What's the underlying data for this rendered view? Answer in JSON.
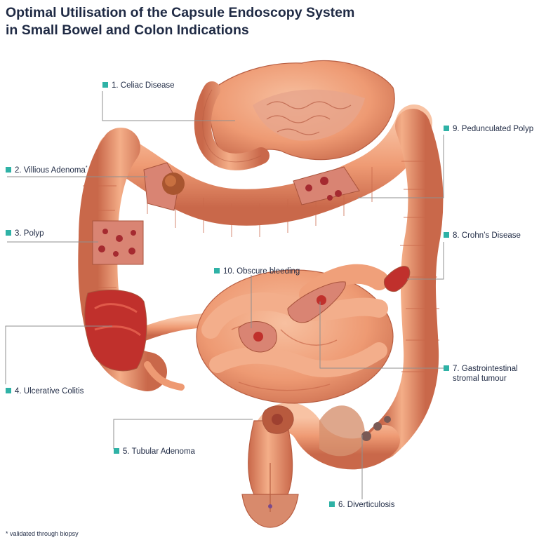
{
  "title": {
    "line1": "Optimal Utilisation of the Capsule Endoscopy System",
    "line2": "in Small Bowel and Colon Indications"
  },
  "colors": {
    "accent": "#2fb2a6",
    "line": "#8f8f8f",
    "tissue": "#ef9b74",
    "tissue_dark": "#c9684a",
    "tissue_light": "#f8c3a4",
    "inner": "#d98473",
    "lesion": "#c0282a"
  },
  "labels": [
    {
      "id": "celiac",
      "text": "1. Celiac Disease"
    },
    {
      "id": "villious",
      "text": "2. Villious Adenoma",
      "sup": "*"
    },
    {
      "id": "polyp",
      "text": "3. Polyp"
    },
    {
      "id": "ulcerative",
      "text": "4. Ulcerative Colitis"
    },
    {
      "id": "tubular",
      "text": "5. Tubular Adenoma"
    },
    {
      "id": "divert",
      "text": "6. Diverticulosis"
    },
    {
      "id": "gist",
      "text": "7. Gastrointestinal",
      "text2": "stromal tumour"
    },
    {
      "id": "crohn",
      "text": "8. Crohn’s Disease"
    },
    {
      "id": "pedunc",
      "text": "9. Pedunculated Polyp"
    },
    {
      "id": "obscure",
      "text": "10. Obscure bleeding"
    }
  ],
  "footnote": "* validated through biopsy"
}
